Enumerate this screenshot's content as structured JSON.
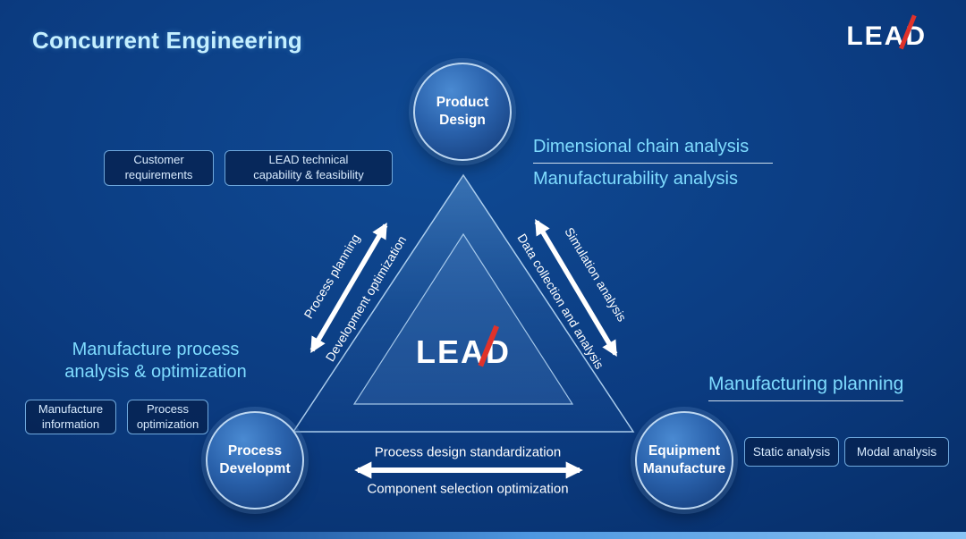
{
  "title": "Concurrent Engineering",
  "brand": {
    "prefix": "LE",
    "a_letter": "A",
    "suffix": "D"
  },
  "nodes": {
    "product_design": "Product\nDesign",
    "process_development": "Process\nDevelopmt",
    "equipment_manufacture": "Equipment\nManufacture"
  },
  "edge_labels": {
    "left_outer": "Process planning",
    "left_inner": "Development optimization",
    "right_outer": "Simulation analysis",
    "right_inner": "Data collection and analysis",
    "bottom_upper": "Process design standardization",
    "bottom_lower": "Component selection optimization"
  },
  "annotations": {
    "product_design_line1": "Dimensional chain analysis",
    "product_design_line2": "Manufacturability analysis",
    "top_boxes": [
      "Customer\nrequirements",
      "LEAD technical\ncapability & feasibility"
    ],
    "process_heading": "Manufacture process\nanalysis & optimization",
    "process_boxes": [
      "Manufacture\ninformation",
      "Process\noptimization"
    ],
    "equipment_heading": "Manufacturing planning",
    "equipment_boxes": [
      "Static analysis",
      "Modal analysis"
    ]
  },
  "colors": {
    "background_deep": "#042253",
    "background_light": "#0f4a94",
    "accent_cyan": "#7fdcff",
    "arrow_white": "#ffffff",
    "brand_red": "#e0322a",
    "pill_border": "#6fa8dc",
    "pill_fill": "#062250"
  }
}
